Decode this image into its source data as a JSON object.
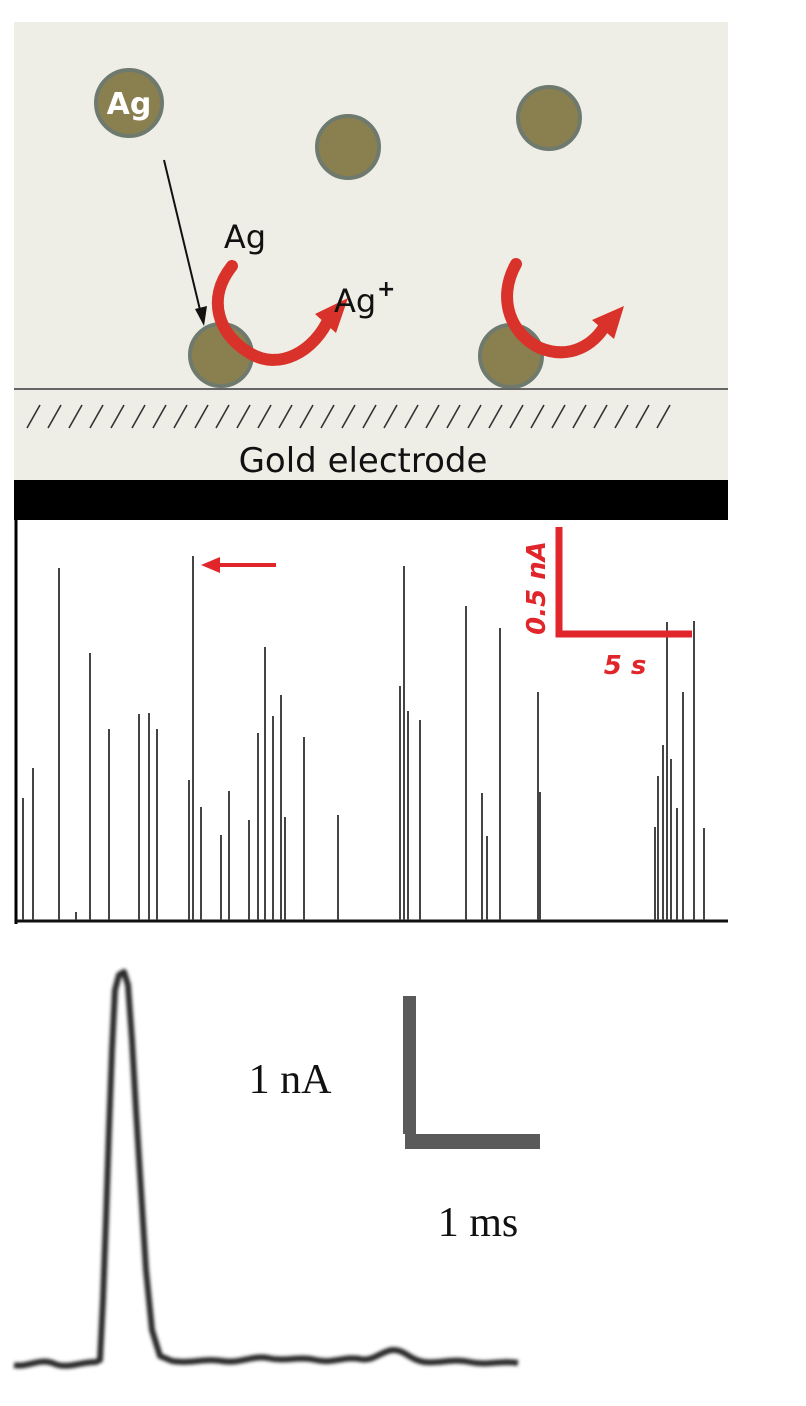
{
  "schematic": {
    "particle_label": "Ag",
    "reactant_label": "Ag",
    "product_label": "Ag",
    "product_charge": "+",
    "electrode_label": "Gold electrode",
    "colors": {
      "background": "#efeee6",
      "particle_fill": "#8a7f4f",
      "particle_stroke": "#6f7a6e",
      "arrow_red": "#d9322a",
      "text": "#111111"
    }
  },
  "trace": {
    "scale_current": "0.5 nA",
    "scale_time": "5 s",
    "colors": {
      "trace": "#444444",
      "scale": "#e0262a"
    }
  },
  "transient": {
    "scale_current": "1 nA",
    "scale_time": "1 ms",
    "colors": {
      "trace": "#2a2a2a",
      "scale": "#5a5a5a"
    }
  }
}
